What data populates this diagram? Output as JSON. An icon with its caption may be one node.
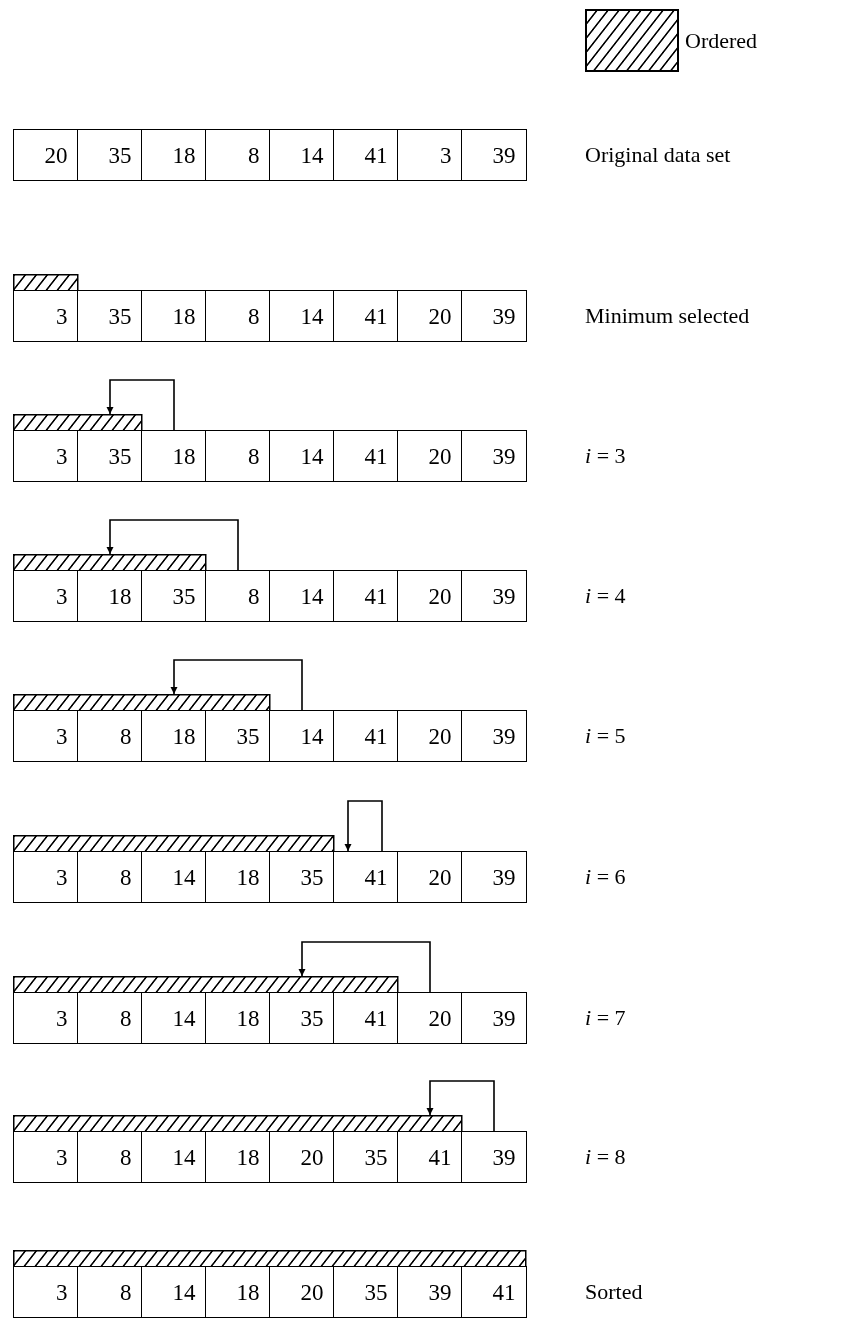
{
  "diagram": {
    "nodes": [
      {
        "text": [
          "20"
        ]
      },
      {
        "text": [
          "35"
        ]
      },
      {
        "text": [
          "18"
        ]
      },
      {
        "text": [
          "8"
        ]
      },
      {
        "text": [
          "14"
        ]
      },
      {
        "text": [
          "41"
        ]
      },
      {
        "text": [
          "3"
        ]
      },
      {
        "text": [
          "39"
        ]
      },
      {
        "text": [],
        "shape": "bar"
      },
      {
        "text": [
          "3"
        ]
      },
      {
        "text": [
          "35"
        ]
      },
      {
        "text": [
          "18"
        ]
      },
      {
        "text": [
          "8"
        ]
      },
      {
        "text": [
          "14"
        ]
      },
      {
        "text": [
          "41"
        ]
      },
      {
        "text": [
          "20"
        ]
      },
      {
        "text": [
          "39"
        ]
      },
      {
        "text": [],
        "shape": "bar"
      },
      {
        "text": [
          "3"
        ]
      },
      {
        "text": [
          "35"
        ]
      },
      {
        "text": [
          "18"
        ]
      },
      {
        "text": [
          "8"
        ]
      },
      {
        "text": [
          "14"
        ]
      },
      {
        "text": [
          "41"
        ]
      },
      {
        "text": [
          "20"
        ]
      },
      {
        "text": [
          "39"
        ]
      },
      {
        "text": [],
        "shape": "bar"
      },
      {
        "text": [
          "3"
        ]
      },
      {
        "text": [
          "18"
        ]
      },
      {
        "text": [
          "35"
        ]
      },
      {
        "text": [
          "8"
        ]
      },
      {
        "text": [
          "14"
        ]
      },
      {
        "text": [
          "41"
        ]
      },
      {
        "text": [
          "20"
        ]
      },
      {
        "text": [
          "39"
        ]
      },
      {
        "text": [],
        "shape": "bar"
      },
      {
        "text": [
          "3"
        ]
      },
      {
        "text": [
          "8"
        ]
      },
      {
        "text": [
          "18"
        ]
      },
      {
        "text": [
          "35"
        ]
      },
      {
        "text": [
          "14"
        ]
      },
      {
        "text": [
          "41"
        ]
      },
      {
        "text": [
          "20"
        ]
      },
      {
        "text": [
          "39"
        ]
      },
      {
        "text": [],
        "shape": "bar"
      },
      {
        "text": [
          "3"
        ]
      },
      {
        "text": [
          "8"
        ]
      },
      {
        "text": [
          "14"
        ]
      },
      {
        "text": [
          "18"
        ]
      },
      {
        "text": [
          "35"
        ]
      },
      {
        "text": [
          "41"
        ]
      },
      {
        "text": [
          "20"
        ]
      },
      {
        "text": [
          "39"
        ]
      },
      {
        "text": [],
        "shape": "bar"
      },
      {
        "text": [
          "3"
        ]
      },
      {
        "text": [
          "8"
        ]
      },
      {
        "text": [
          "14"
        ]
      },
      {
        "text": [
          "18"
        ]
      },
      {
        "text": [
          "35"
        ]
      },
      {
        "text": [
          "41"
        ]
      },
      {
        "text": [
          "20"
        ]
      },
      {
        "text": [
          "39"
        ]
      },
      {
        "text": [],
        "shape": "bar"
      },
      {
        "text": [
          "3"
        ]
      },
      {
        "text": [
          "8"
        ]
      },
      {
        "text": [
          "14"
        ]
      },
      {
        "text": [
          "18"
        ]
      },
      {
        "text": [
          "20"
        ]
      },
      {
        "text": [
          "35"
        ]
      },
      {
        "text": [
          "41"
        ]
      },
      {
        "text": [
          "39"
        ]
      },
      {
        "text": [],
        "shape": "bar"
      },
      {
        "text": [
          "3"
        ]
      },
      {
        "text": [
          "8"
        ]
      },
      {
        "text": [
          "14"
        ]
      },
      {
        "text": [
          "18"
        ]
      },
      {
        "text": [
          "20"
        ]
      },
      {
        "text": [
          "35"
        ]
      },
      {
        "text": [
          "39"
        ]
      },
      {
        "text": [
          "41"
        ]
      }
    ],
    "edges": [
      {
        "from": 20,
        "to": 19,
        "arrow": "to"
      },
      {
        "from": 30,
        "to": 28,
        "arrow": "to"
      },
      {
        "from": 40,
        "to": 38,
        "arrow": "to"
      },
      {
        "from": 50,
        "to": 50,
        "arrow": "to"
      },
      {
        "from": 60,
        "to": 58,
        "arrow": "to"
      },
      {
        "from": 70,
        "to": 69,
        "arrow": "to"
      }
    ],
    "labels": [
      "Original data set",
      "Minimum selected",
      "*i* = 3",
      "*i* = 4",
      "*i* = 5",
      "*i* = 6",
      "*i* = 7",
      "*i* = 8",
      "Sorted"
    ],
    "legend": [
      {
        "text": "Ordered"
      }
    ]
  }
}
